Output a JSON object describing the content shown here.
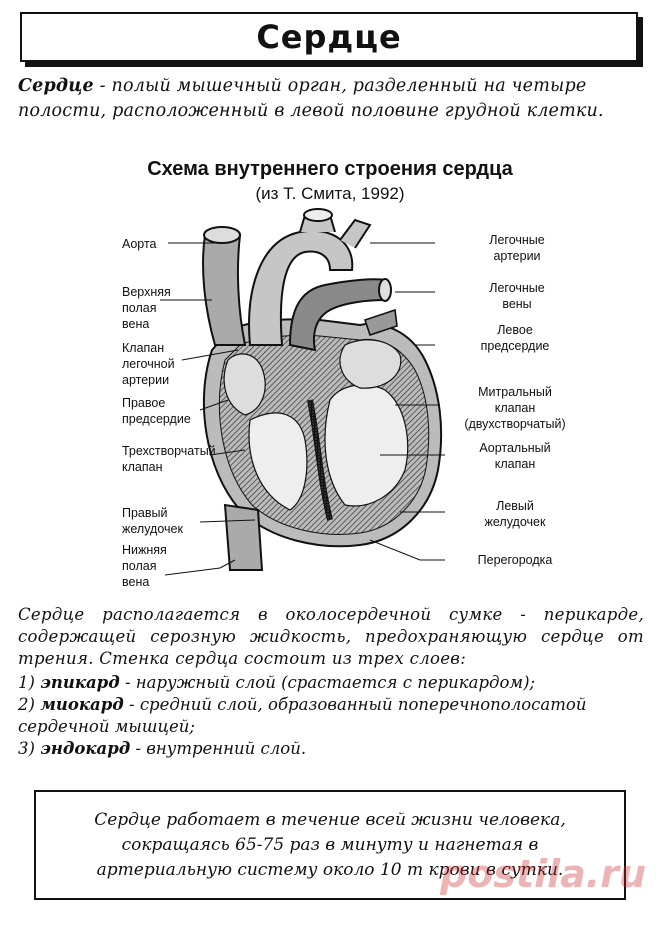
{
  "title": "Сердце",
  "intro": {
    "term": "Сердце",
    "text": " - полый мышечный орган, разделенный на четыре полости, расположенный в левой половине грудной клетки."
  },
  "scheme": {
    "title": "Схема внутреннего строения сердца",
    "source": "(из Т. Смита, 1992)",
    "labels_left": {
      "aorta": "Аорта",
      "svc": "Верхняя\nполая\nвена",
      "pulm_valve": "Клапан\nлегочной\nартерии",
      "right_atrium": "Правое\nпредсердие",
      "tricuspid": "Трехстворчатый\nклапан",
      "right_ventricle": "Правый\nжелудочек",
      "ivc": "Нижняя\nполая\nвена"
    },
    "labels_right": {
      "pulm_arteries": "Легочные\nартерии",
      "pulm_veins": "Легочные\nвены",
      "left_atrium": "Левое\nпредсердие",
      "mitral": "Митральный\nклапан\n(двухстворчатый)",
      "aortic_valve": "Аортальный\nклапан",
      "left_ventricle": "Левый\nжелудочек",
      "septum": "Перегородка"
    }
  },
  "body": {
    "paragraph": "Сердце располагается в околосердечной сумке - перикарде, содержащей серозную жидкость, предохраняющую сердце от трения. Стенка сердца состоит из трех слоев:",
    "items": [
      {
        "num": "1)",
        "term": "эпикард",
        "text": " - наружный слой (срастается с перикардом);"
      },
      {
        "num": "2)",
        "term": "миокард",
        "text": " - средний слой, образованный поперечнополосатой сердечной мышцей;"
      },
      {
        "num": "3)",
        "term": "эндокард",
        "text": " - внутренний слой."
      }
    ]
  },
  "box": {
    "text": "Сердце работает в течение всей жизни человека, сокращаясь 65-75 раз в минуту и нагнетая в артериальную систему около 10 т крови в сутки."
  },
  "watermark": "postila.ru"
}
